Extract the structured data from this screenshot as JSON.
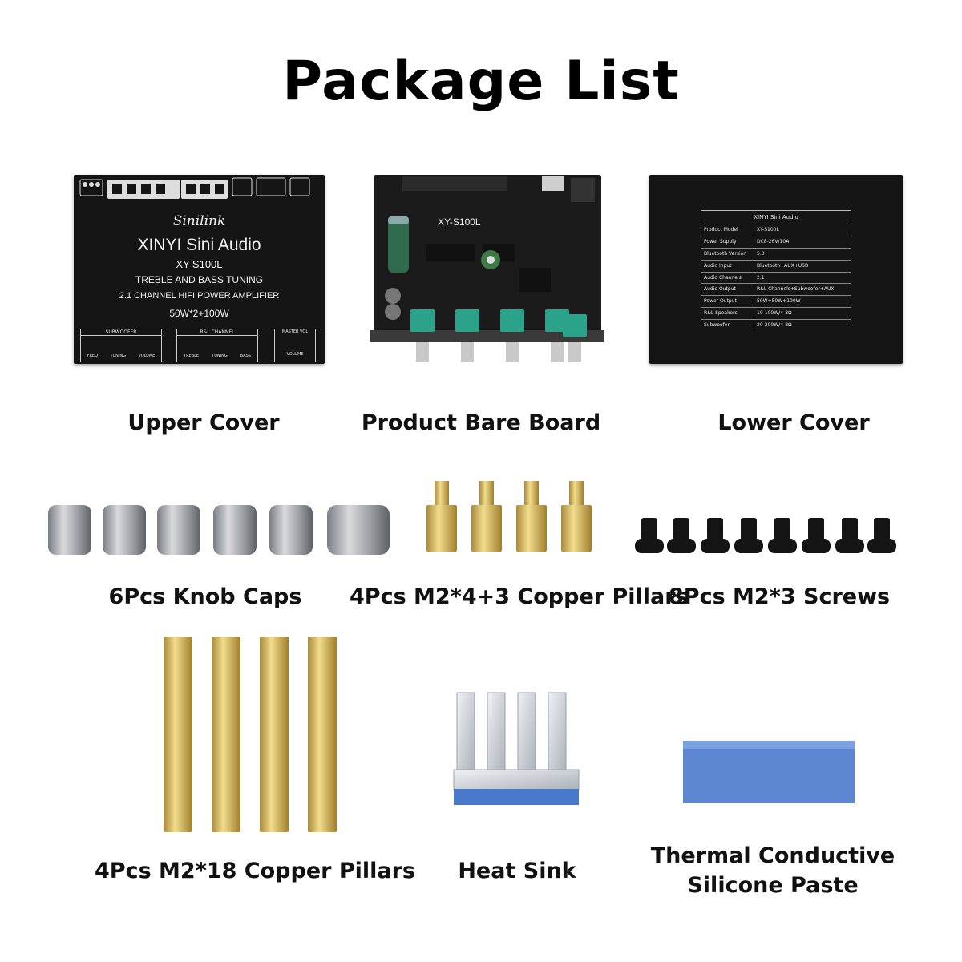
{
  "header": {
    "title": "Package List"
  },
  "upper_cover": {
    "label": "Upper Cover",
    "brand": "Sinilink",
    "name": "XINYI Sini Audio",
    "model": "XY-S100L",
    "line1": "TREBLE AND BASS TUNING",
    "line2": "2.1 CHANNEL HIFI POWER AMPLIFIER",
    "power": "50W*2+100W",
    "sub_header": "SUBWOOFER",
    "sub_knobs": [
      "FREQ",
      "TUNING",
      "VOLUME"
    ],
    "rl_header": "R&L CHANNEL",
    "rl_knobs": [
      "TREBLE",
      "TUNING",
      "BASS"
    ],
    "master_header": "MASTER VOL",
    "master_knob": "VOLUME"
  },
  "bare_board": {
    "label": "Product Bare Board",
    "model": "XY-S100L"
  },
  "lower_cover": {
    "label": "Lower Cover",
    "table_title": "XINYI Sini Audio",
    "rows": [
      [
        "Product Model",
        "XY-S100L"
      ],
      [
        "Power Supply",
        "DC8-26V/10A"
      ],
      [
        "Bluetooth Version",
        "5.0"
      ],
      [
        "Audio Input",
        "Bluetooth+AUX+USB"
      ],
      [
        "Audio Channels",
        "2.1"
      ],
      [
        "Audio Output",
        "R&L Channels+Subwoofer+AUX"
      ],
      [
        "Power Output",
        "50W+50W+100W"
      ],
      [
        "R&L Speakers",
        "10-100W/4-8Ω"
      ],
      [
        "Subwoofer",
        "20-200W/4-8Ω"
      ]
    ]
  },
  "knob_caps": {
    "label": "6Pcs Knob Caps",
    "count": 6
  },
  "short_pillars": {
    "label": "4Pcs M2*4+3 Copper Pillars",
    "count": 4
  },
  "screws": {
    "label": "8Pcs M2*3 Screws",
    "count": 8
  },
  "long_pillars": {
    "label": "4Pcs M2*18 Copper Pillars",
    "count": 4
  },
  "heat_sink": {
    "label": "Heat Sink"
  },
  "thermal_paste": {
    "label_line1": "Thermal Conductive",
    "label_line2": "Silicone Paste"
  }
}
